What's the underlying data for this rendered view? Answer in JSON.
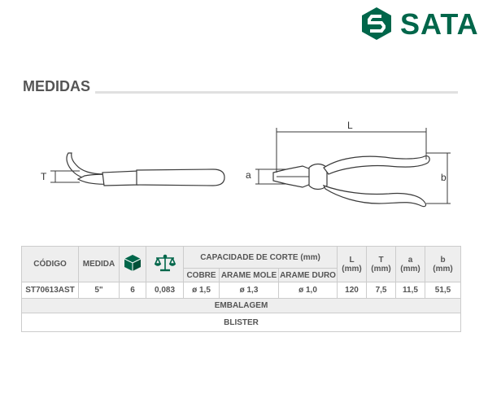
{
  "brand": {
    "name": "SATA",
    "color": "#00664a",
    "icon": "sata-hexagon-logo-icon"
  },
  "section": {
    "title": "MEDIDAS"
  },
  "drawing": {
    "labels": {
      "L": "L",
      "T": "T",
      "a": "a",
      "b": "b"
    }
  },
  "table": {
    "headers": {
      "codigo": "CÓDIGO",
      "medida": "MEDIDA",
      "package_icon": "box-package-icon",
      "weight_icon": "balance-scale-icon",
      "capacidade": "CAPACIDADE DE CORTE (mm)",
      "cobre": "COBRE",
      "arame_mole": "ARAME MOLE",
      "arame_duro": "ARAME DURO",
      "L": "L",
      "T": "T",
      "a": "a",
      "b": "b",
      "unit": "(mm)"
    },
    "row": {
      "codigo": "ST70613AST",
      "medida": "5\"",
      "qty": "6",
      "weight": "0,083",
      "cobre": "ø 1,5",
      "arame_mole": "ø 1,3",
      "arame_duro": "ø 1,0",
      "L": "120",
      "T": "7,5",
      "a": "11,5",
      "b": "51,5"
    },
    "embalagem_label": "EMBALAGEM",
    "embalagem_value": "BLISTER"
  }
}
